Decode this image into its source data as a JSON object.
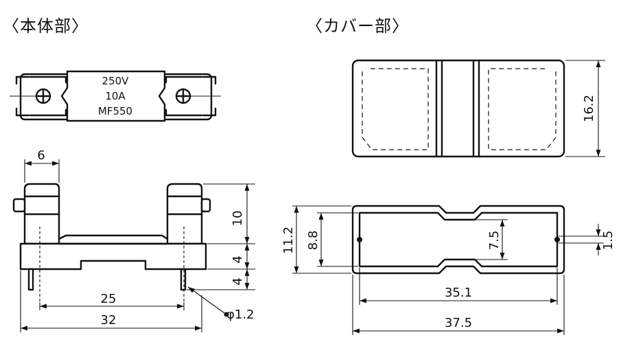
{
  "titles": {
    "body_part": "〈本体部〉",
    "cover_part": "〈カバー部〉"
  },
  "fuse_label": {
    "line1": "250V",
    "line2": "10A",
    "line3": "MF550"
  },
  "body_dimensions": {
    "top_width": "6",
    "height_upper": "10",
    "height_middle": "4",
    "height_pin": "4",
    "pin_spacing": "25",
    "overall_width": "32",
    "pin_diameter": "φ1.2"
  },
  "cover_dimensions": {
    "height": "16.2",
    "outer_height": "11.2",
    "inner_height": "8.8",
    "slot_height": "7.5",
    "lip": "1.5",
    "inner_length": "35.1",
    "overall_length": "37.5"
  }
}
